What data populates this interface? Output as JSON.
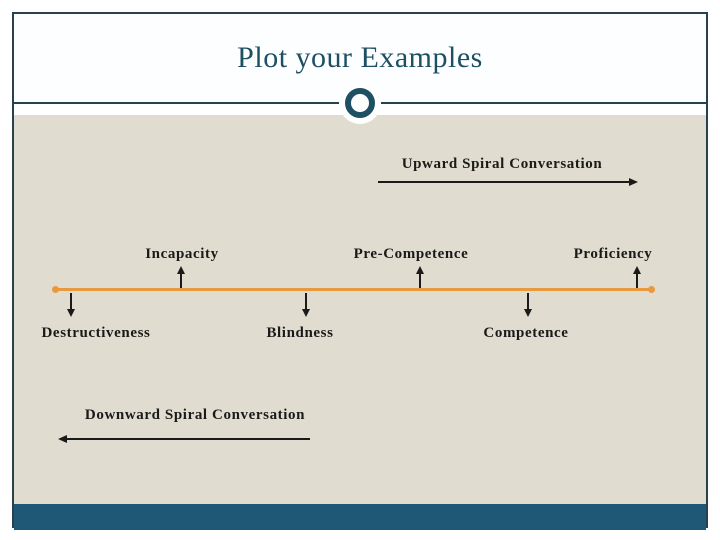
{
  "slide": {
    "title": "Plot your Examples"
  },
  "diagram": {
    "upward_label": "Upward Spiral Conversation",
    "downward_label": "Downward Spiral Conversation",
    "timeline": {
      "above": [
        "Incapacity",
        "Pre-Competence",
        "Proficiency"
      ],
      "below": [
        "Destructiveness",
        "Blindness",
        "Competence"
      ]
    }
  },
  "colors": {
    "frame_teal": "#28414d",
    "title_teal": "#1e4f63",
    "footer_bar_teal": "#1f5876",
    "background_beige": "#e0dccf",
    "timeline_orange": "#e8993f",
    "arrow_black": "#1a1a1a"
  }
}
